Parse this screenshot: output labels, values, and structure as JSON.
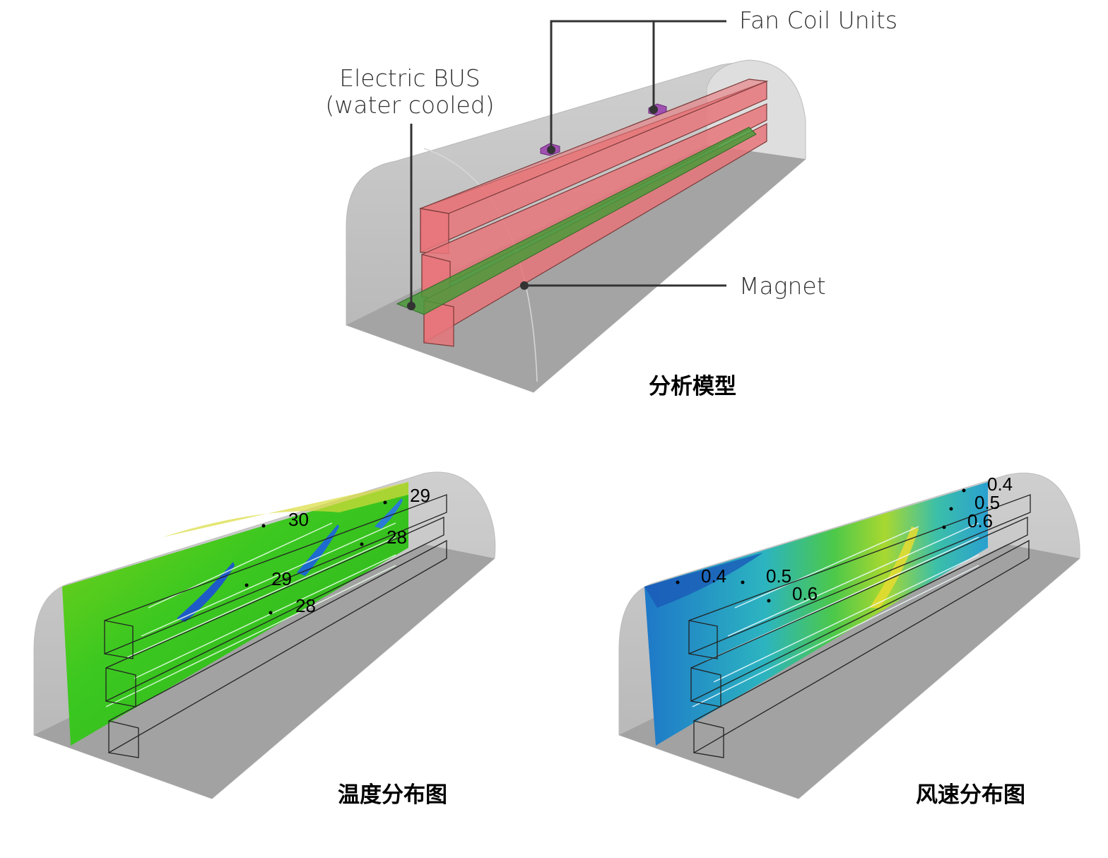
{
  "model": {
    "callouts": {
      "fan_coil_units": "Fan Coil Units",
      "electric_bus_line1": "Electric BUS",
      "electric_bus_line2": "(water cooled)",
      "magnet": "Magnet"
    },
    "caption": "分析模型"
  },
  "temperature": {
    "caption": "温度分布图",
    "labels": [
      "30",
      "29",
      "28",
      "29",
      "28"
    ]
  },
  "wind_speed": {
    "caption": "风速分布图",
    "labels": [
      "0.4",
      "0.5",
      "0.6",
      "0.4",
      "0.5",
      "0.6"
    ]
  },
  "colors": {
    "tunnel": "#c9c9c9",
    "tunnel_floor": "#9a9a9a",
    "magnet_box": "#e8767a",
    "electric_bus": "#4a9a3a",
    "fan_coil": "#a050b0",
    "temperature_field": "#36c21a",
    "wind_field": "#2aa8c8"
  }
}
